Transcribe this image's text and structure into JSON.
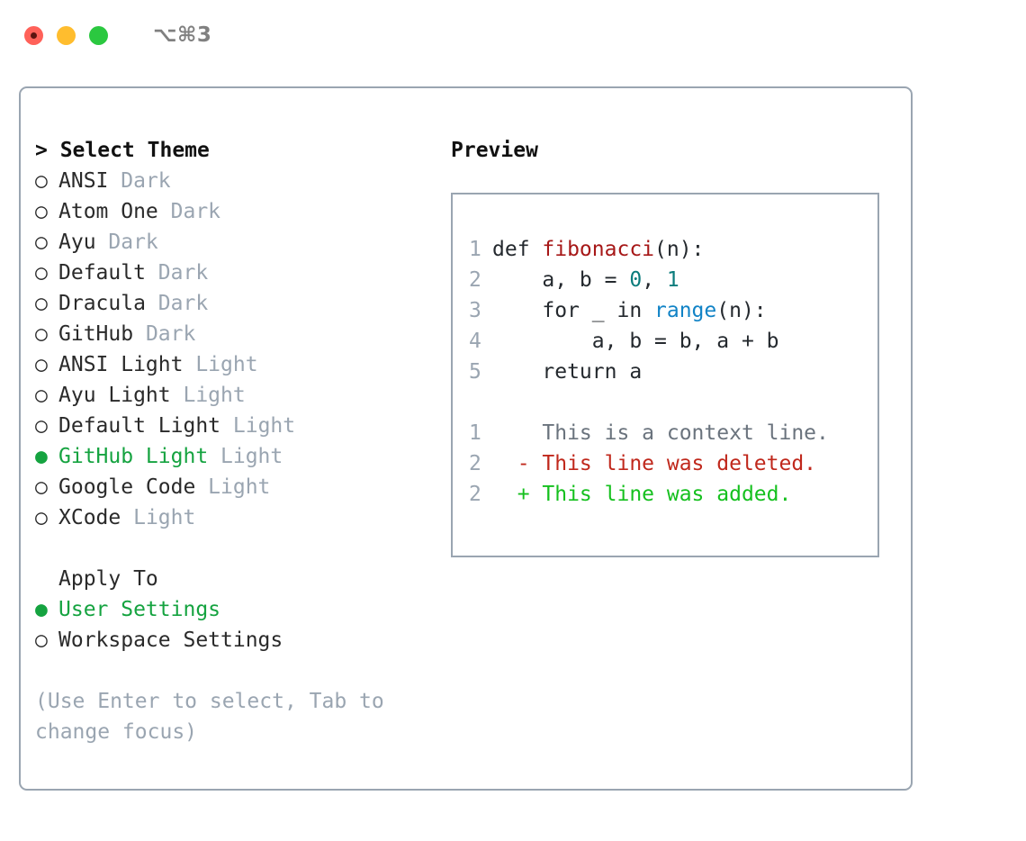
{
  "titlebar": {
    "shortcut": "⌥⌘3",
    "buttons": [
      "close",
      "minimize",
      "zoom"
    ]
  },
  "left": {
    "heading": "> Select Theme",
    "bullet_selected": "●",
    "bullet_unselected": "○",
    "themes": [
      {
        "name": "ANSI",
        "variant": "Dark",
        "selected": false
      },
      {
        "name": "Atom One",
        "variant": "Dark",
        "selected": false
      },
      {
        "name": "Ayu",
        "variant": "Dark",
        "selected": false
      },
      {
        "name": "Default",
        "variant": "Dark",
        "selected": false
      },
      {
        "name": "Dracula",
        "variant": "Dark",
        "selected": false
      },
      {
        "name": "GitHub",
        "variant": "Dark",
        "selected": false
      },
      {
        "name": "ANSI Light",
        "variant": "Light",
        "selected": false
      },
      {
        "name": "Ayu Light",
        "variant": "Light",
        "selected": false
      },
      {
        "name": "Default Light",
        "variant": "Light",
        "selected": false
      },
      {
        "name": "GitHub Light",
        "variant": "Light",
        "selected": true
      },
      {
        "name": "Google Code",
        "variant": "Light",
        "selected": false
      },
      {
        "name": "XCode",
        "variant": "Light",
        "selected": false
      }
    ],
    "apply_to": {
      "heading": "Apply To",
      "options": [
        {
          "label": "User Settings",
          "selected": true
        },
        {
          "label": "Workspace Settings",
          "selected": false
        }
      ]
    },
    "hint": "(Use Enter to select, Tab to change focus)"
  },
  "right": {
    "title": "Preview",
    "code_lines": [
      {
        "num": "1",
        "indent": "",
        "tokens": [
          {
            "t": "def ",
            "c": "plain"
          },
          {
            "t": "fibonacci",
            "c": "fn"
          },
          {
            "t": "(n):",
            "c": "plain"
          }
        ]
      },
      {
        "num": "2",
        "indent": "    ",
        "tokens": [
          {
            "t": "a, b = ",
            "c": "plain"
          },
          {
            "t": "0",
            "c": "num"
          },
          {
            "t": ", ",
            "c": "plain"
          },
          {
            "t": "1",
            "c": "num"
          }
        ]
      },
      {
        "num": "3",
        "indent": "    ",
        "tokens": [
          {
            "t": "for _ in ",
            "c": "plain"
          },
          {
            "t": "range",
            "c": "call"
          },
          {
            "t": "(n):",
            "c": "plain"
          }
        ]
      },
      {
        "num": "4",
        "indent": "        ",
        "tokens": [
          {
            "t": "a, b = b, a + b",
            "c": "plain"
          }
        ]
      },
      {
        "num": "5",
        "indent": "    ",
        "tokens": [
          {
            "t": "return a",
            "c": "plain"
          }
        ]
      }
    ],
    "diff_lines": [
      {
        "num": "1",
        "marker": " ",
        "text": "This is a context line.",
        "kind": "context"
      },
      {
        "num": "2",
        "marker": "-",
        "text": "This line was deleted.",
        "kind": "del"
      },
      {
        "num": "2",
        "marker": "+",
        "text": "This line was added.",
        "kind": "add"
      }
    ]
  },
  "colors": {
    "selection_green": "#15a340",
    "muted": "#9aa5b1",
    "border": "#9aa5b1",
    "diff_add": "#15c01e",
    "diff_del": "#c0281c",
    "token_function": "#a61717",
    "token_number": "#0b7c7c",
    "token_call": "#1183c6"
  }
}
